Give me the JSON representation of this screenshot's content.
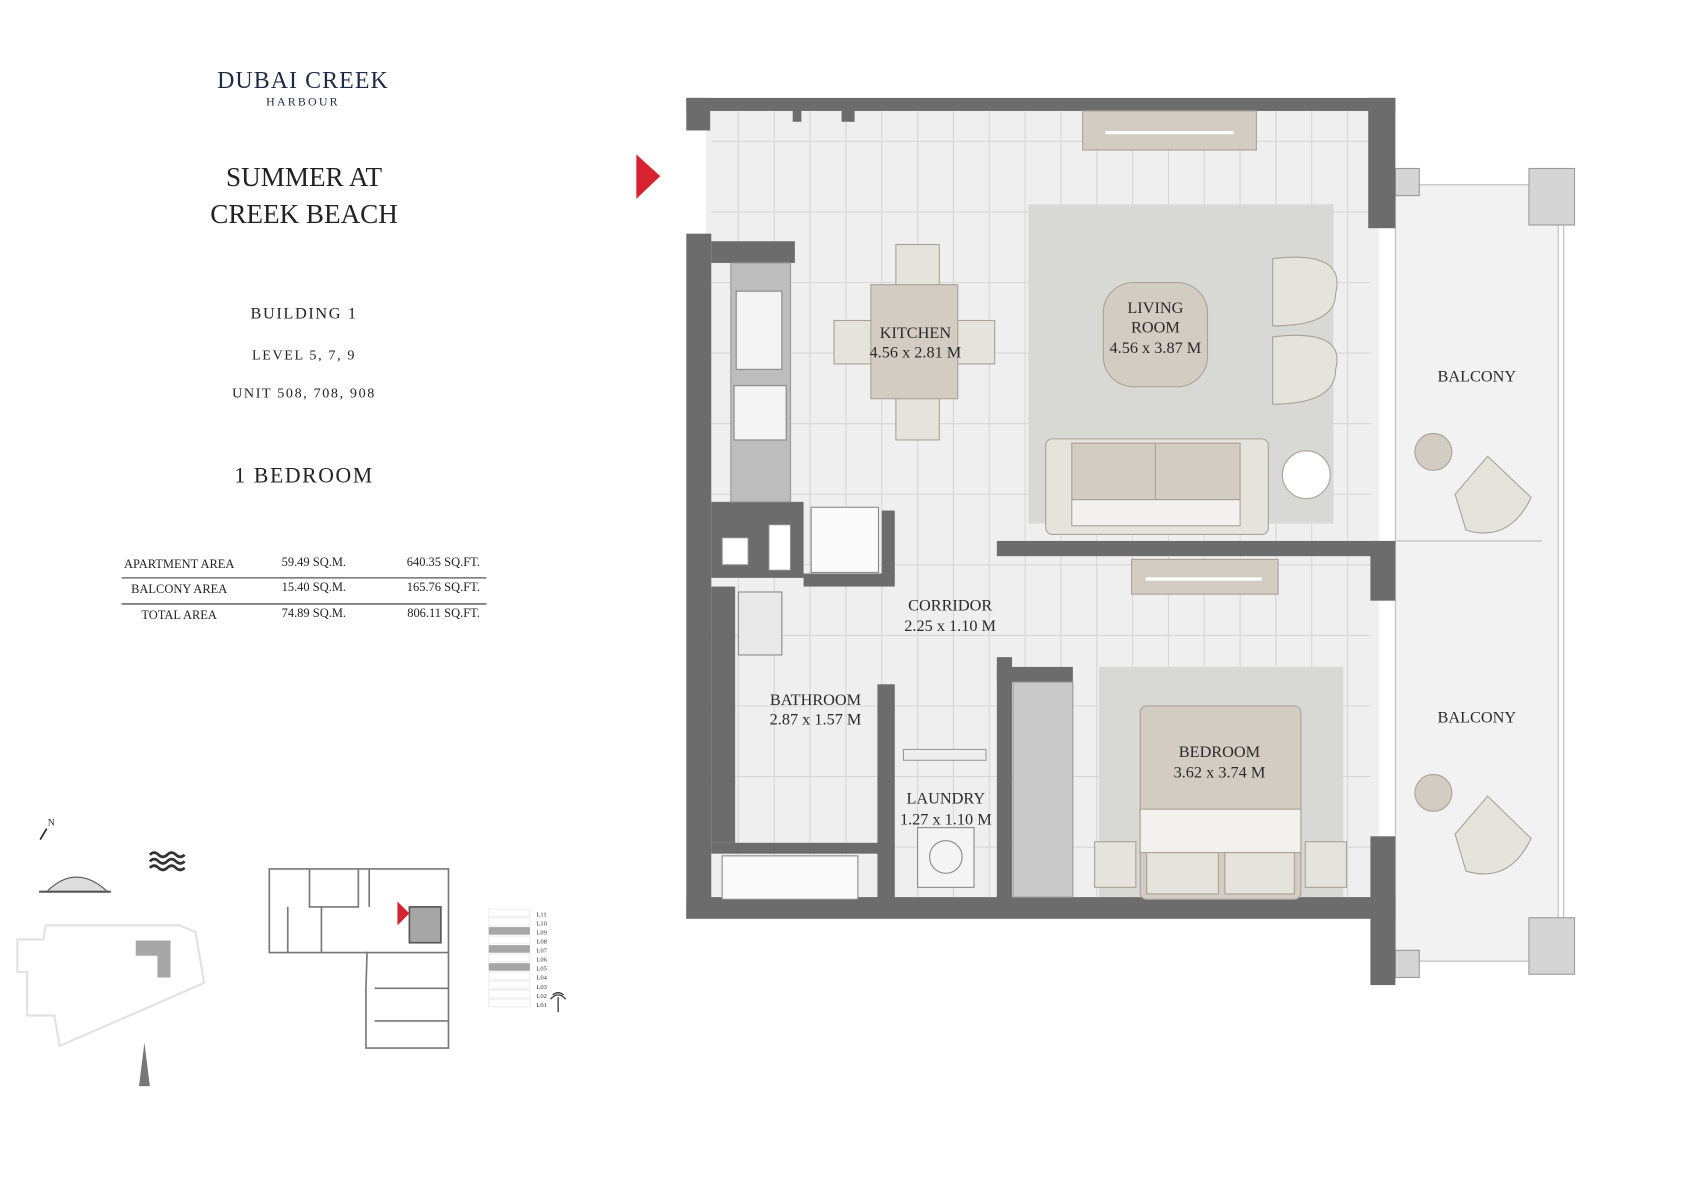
{
  "brand": {
    "name": "DUBAI CREEK",
    "sub": "HARBOUR"
  },
  "project": {
    "line1": "SUMMER AT",
    "line2": "CREEK BEACH"
  },
  "building": "BUILDING 1",
  "levels": "LEVEL 5, 7, 9",
  "units": "UNIT 508, 708, 908",
  "type": "1 BEDROOM",
  "areas": [
    {
      "label": "APARTMENT AREA",
      "sqm": "59.49 SQ.M.",
      "sqft": "640.35 SQ.FT."
    },
    {
      "label": "BALCONY AREA",
      "sqm": "15.40 SQ.M.",
      "sqft": "165.76 SQ.FT."
    },
    {
      "label": "TOTAL AREA",
      "sqm": "74.89 SQ.M.",
      "sqft": "806.11 SQ.FT."
    }
  ],
  "rooms": {
    "kitchen": {
      "name": "KITCHEN",
      "dims": "4.56 x 2.81 M"
    },
    "living": {
      "name1": "LIVING",
      "name2": "ROOM",
      "dims": "4.56 x 3.87 M"
    },
    "balcony1": {
      "name": "BALCONY"
    },
    "balcony2": {
      "name": "BALCONY"
    },
    "corridor": {
      "name": "CORRIDOR",
      "dims": "2.25 x 1.10 M"
    },
    "bathroom": {
      "name": "BATHROOM",
      "dims": "2.87 x 1.57 M"
    },
    "laundry": {
      "name": "LAUNDRY",
      "dims": "1.27 x 1.10 M"
    },
    "bedroom": {
      "name": "BEDROOM",
      "dims": "3.62 x 3.74 M"
    }
  },
  "compass": "N",
  "level_key": {
    "levels": [
      "L11",
      "L10",
      "L09",
      "L08",
      "L07",
      "L06",
      "L05",
      "L04",
      "L03",
      "L02",
      "L01"
    ],
    "highlighted": [
      "L09",
      "L07",
      "L05"
    ]
  },
  "colors": {
    "wall": "#6c6c6c",
    "marker": "#d7232f",
    "highlight": "#a6a6a6",
    "brand": "#1e2a45"
  }
}
